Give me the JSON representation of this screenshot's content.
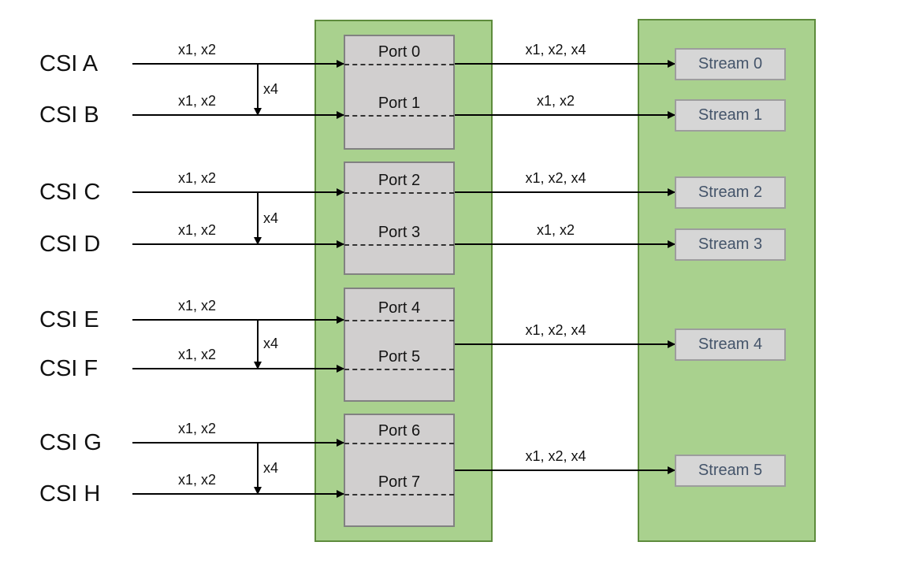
{
  "diagram": {
    "type": "csi-port-stream-mapping",
    "csi_inputs": [
      {
        "label": "CSI A",
        "link_label": "x1, x2"
      },
      {
        "label": "CSI B",
        "link_label": "x1, x2"
      },
      {
        "label": "CSI C",
        "link_label": "x1, x2"
      },
      {
        "label": "CSI D",
        "link_label": "x1, x2"
      },
      {
        "label": "CSI E",
        "link_label": "x1, x2"
      },
      {
        "label": "CSI F",
        "link_label": "x1, x2"
      },
      {
        "label": "CSI G",
        "link_label": "x1, x2"
      },
      {
        "label": "CSI H",
        "link_label": "x1, x2"
      }
    ],
    "pair_links": [
      {
        "label": "x4"
      },
      {
        "label": "x4"
      },
      {
        "label": "x4"
      },
      {
        "label": "x4"
      }
    ],
    "ports": [
      {
        "label": "Port 0"
      },
      {
        "label": "Port 1"
      },
      {
        "label": "Port 2"
      },
      {
        "label": "Port 3"
      },
      {
        "label": "Port 4"
      },
      {
        "label": "Port 5"
      },
      {
        "label": "Port 6"
      },
      {
        "label": "Port 7"
      }
    ],
    "streams": [
      {
        "label": "Stream 0",
        "link_label": "x1, x2, x4"
      },
      {
        "label": "Stream 1",
        "link_label": "x1, x2"
      },
      {
        "label": "Stream 2",
        "link_label": "x1, x2, x4"
      },
      {
        "label": "Stream 3",
        "link_label": "x1, x2"
      },
      {
        "label": "Stream 4",
        "link_label": "x1, x2, x4"
      },
      {
        "label": "Stream 5",
        "link_label": "x1, x2, x4"
      }
    ],
    "colors": {
      "column_fill": "#a9d18e",
      "column_border": "#5d8b3c",
      "port_box_fill": "#d1cfcf",
      "port_box_border": "#818181",
      "stream_box_fill": "#d6d6d6",
      "stream_box_border": "#9d9d9d",
      "stream_text": "#44546a",
      "arrow": "#000000"
    }
  }
}
